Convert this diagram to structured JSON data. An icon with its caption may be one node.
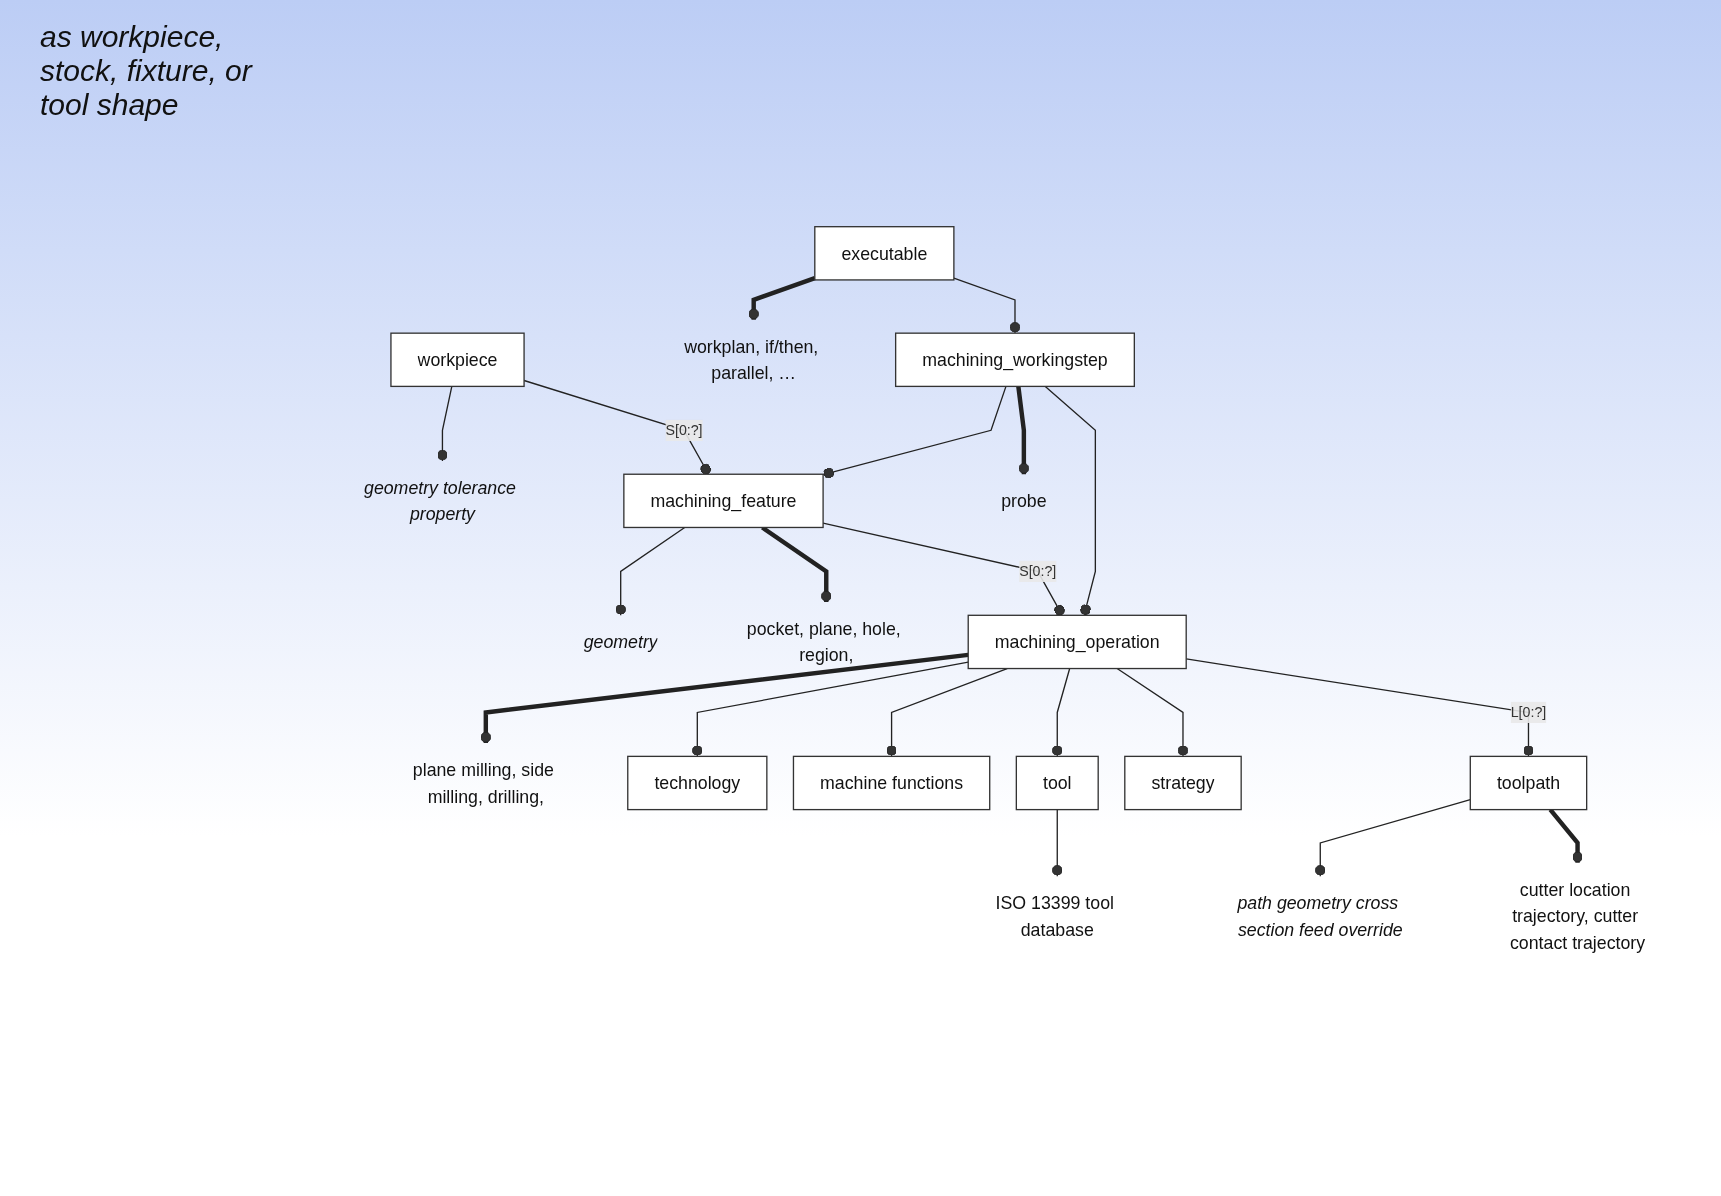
{
  "diagram": {
    "nodes": [
      {
        "text": [
          "geometry tolerance property"
        ]
      },
      {
        "text": [
          "workpiece"
        ]
      },
      {
        "text": [
          "executable"
        ]
      },
      {
        "text": [
          "workplan, if/then, parallel, …"
        ]
      },
      {
        "text": [
          "geometry"
        ]
      },
      {
        "text": [
          "machining_feature"
        ]
      },
      {
        "text": [
          "machining_workingstep"
        ]
      },
      {
        "text": [
          "pocket, plane, hole, region,"
        ]
      },
      {
        "text": [
          "probe"
        ]
      },
      {
        "text": [
          "machining_operation"
        ]
      },
      {
        "text": [
          "plane milling, side milling, drilling,"
        ]
      },
      {
        "text": [
          "technology"
        ]
      },
      {
        "text": [
          "machine functions"
        ]
      },
      {
        "text": [
          "path geometry cross section feed override"
        ]
      },
      {
        "text": [
          "toolpath"
        ]
      },
      {
        "text": [
          "strategy"
        ]
      },
      {
        "text": [
          "tool"
        ]
      },
      {
        "text": [
          "ISO 13399 tool database"
        ]
      },
      {
        "text": [
          "cutter location trajectory, cutter contact trajectory"
        ]
      }
    ],
    "edges": [
      {
        "from": 1,
        "to": 0,
        "arrow": "other"
      },
      {
        "from": 1,
        "to": 5,
        "arrow": "other",
        "label": "S[0:?]"
      },
      {
        "from": 2,
        "to": 3,
        "arrow": "other",
        "style": "thick"
      },
      {
        "from": 2,
        "to": 6,
        "arrow": "other"
      },
      {
        "from": 6,
        "to": 5,
        "arrow": "other"
      },
      {
        "from": 5,
        "to": 4,
        "arrow": "other"
      },
      {
        "from": 5,
        "to": 7,
        "arrow": "other",
        "style": "thick"
      },
      {
        "from": 5,
        "to": 9,
        "arrow": "other",
        "label": "S[0:?]"
      },
      {
        "from": 6,
        "to": 9,
        "arrow": "other"
      },
      {
        "from": 6,
        "to": 8,
        "arrow": "other",
        "style": "thick"
      },
      {
        "from": 9,
        "to": 10,
        "arrow": "other",
        "style": "thick"
      },
      {
        "from": 9,
        "to": 11,
        "arrow": "other"
      },
      {
        "from": 9,
        "to": 12,
        "arrow": "other"
      },
      {
        "from": 9,
        "to": 15,
        "arrow": "other"
      },
      {
        "from": 9,
        "to": 16,
        "arrow": "other"
      },
      {
        "from": 9,
        "to": 14,
        "arrow": "other",
        "label": "L[0:?]"
      },
      {
        "from": 14,
        "to": 13,
        "arrow": "other"
      },
      {
        "from": 14,
        "to": 18,
        "arrow": "other",
        "style": "thick"
      },
      {
        "from": 16,
        "to": 17,
        "arrow": "other"
      }
    ],
    "labels": [
      "as workpiece, stock, fixture, or tool shape"
    ]
  }
}
